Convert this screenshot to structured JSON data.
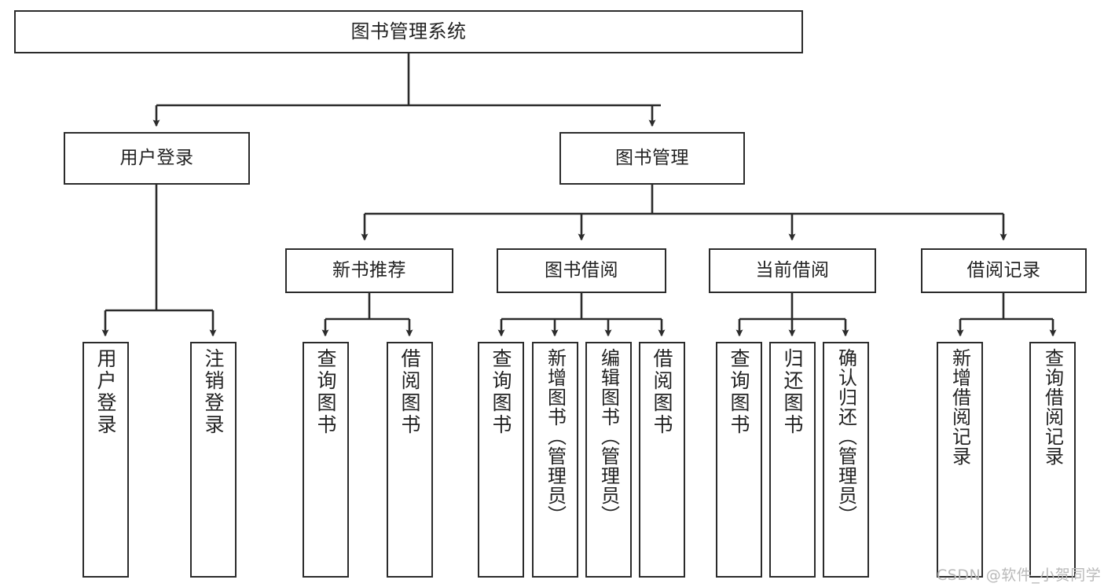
{
  "diagram": {
    "type": "tree-hierarchy",
    "title": "图书管理系统",
    "watermark": "CSDN @软件_小贺同学",
    "colors": {
      "stroke": "#2b2b2b",
      "fill": "#ffffff",
      "text": "#222222",
      "watermark": "#b9b9b9"
    },
    "nodes": {
      "root": {
        "label": "图书管理系统"
      },
      "level1": [
        {
          "id": "user-login",
          "label": "用户登录"
        },
        {
          "id": "book-management",
          "label": "图书管理"
        }
      ],
      "level2": [
        {
          "id": "new-book-recommend",
          "label": "新书推荐"
        },
        {
          "id": "book-borrow",
          "label": "图书借阅"
        },
        {
          "id": "current-borrow",
          "label": "当前借阅"
        },
        {
          "id": "borrow-record",
          "label": "借阅记录"
        }
      ],
      "leaves": {
        "user-login": [
          {
            "id": "leaf-user-login",
            "label": "用户登录"
          },
          {
            "id": "leaf-logout-login",
            "label": "注销登录"
          }
        ],
        "new-book-recommend": [
          {
            "id": "leaf-query-book-1",
            "label": "查询图书"
          },
          {
            "id": "leaf-borrow-book-1",
            "label": "借阅图书"
          }
        ],
        "book-borrow": [
          {
            "id": "leaf-query-book-2",
            "label": "查询图书"
          },
          {
            "id": "leaf-add-book",
            "label": "新增图书（管理员）"
          },
          {
            "id": "leaf-edit-book",
            "label": "编辑图书（管理员）"
          },
          {
            "id": "leaf-borrow-book-2",
            "label": "借阅图书"
          }
        ],
        "current-borrow": [
          {
            "id": "leaf-query-book-3",
            "label": "查询图书"
          },
          {
            "id": "leaf-return-book",
            "label": "归还图书"
          },
          {
            "id": "leaf-confirm-return",
            "label": "确认归还（管理员）"
          }
        ],
        "borrow-record": [
          {
            "id": "leaf-add-record",
            "label": "新增借阅记录"
          },
          {
            "id": "leaf-query-record",
            "label": "查询借阅记录"
          }
        ]
      }
    }
  }
}
